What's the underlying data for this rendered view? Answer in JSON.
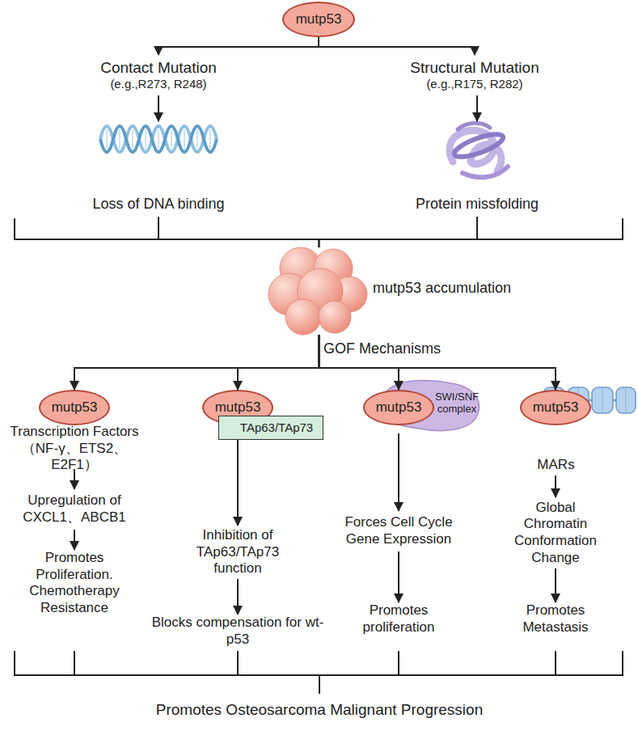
{
  "diagram": {
    "nodes": [
      {
        "text": [
          "mutp53"
        ]
      },
      {
        "text": [
          "Contact Mutation",
          "(e.g.,R273, R248)"
        ]
      },
      {
        "text": [
          "Structural Mutation",
          "(e.g.,R175, R282)"
        ]
      },
      {
        "text": [
          "Loss of DNA binding"
        ]
      },
      {
        "text": [
          "Protein missfolding"
        ]
      },
      {
        "text": [
          "mutp53 accumulation"
        ]
      },
      {
        "text": [
          "mutp53"
        ]
      },
      {
        "text": [
          "Transcription Factors （NF-γ、ETS2、E2F1）"
        ]
      },
      {
        "text": [
          "Upregulation of CXCL1、ABCB1"
        ]
      },
      {
        "text": [
          "Promotes Proliferation. Chemotherapy Resistance"
        ]
      },
      {
        "text": [
          "mutp53"
        ]
      },
      {
        "text": [
          "TAp63/TAp73"
        ]
      },
      {
        "text": [
          "Inhibition of TAp63/TAp73 function"
        ]
      },
      {
        "text": [
          "Blocks compensation for wt-p53"
        ]
      },
      {
        "text": [
          "mutp53"
        ]
      },
      {
        "text": [
          "SWI/SNF complex"
        ]
      },
      {
        "text": [
          "Forces Cell Cycle Gene Expression"
        ]
      },
      {
        "text": [
          "Promotes proliferation"
        ]
      },
      {
        "text": [
          "mutp53"
        ]
      },
      {
        "text": [
          "MARs"
        ]
      },
      {
        "text": [
          "Global Chromatin Conformation Change"
        ]
      },
      {
        "text": [
          "Promotes Metastasis"
        ]
      },
      {
        "text": [
          "Promotes Osteosarcoma Malignant Progression"
        ]
      }
    ],
    "edges": [
      {
        "from": 0,
        "to": 1,
        "arrow": "to"
      },
      {
        "from": 0,
        "to": 2,
        "arrow": "to"
      },
      {
        "from": 1,
        "to": 3,
        "arrow": "to"
      },
      {
        "from": 2,
        "to": 4,
        "arrow": "to"
      },
      {
        "from": 3,
        "to": 5,
        "arrow": "none"
      },
      {
        "from": 4,
        "to": 5,
        "arrow": "none"
      },
      {
        "from": 5,
        "to": 6,
        "arrow": "to"
      },
      {
        "from": 5,
        "to": 10,
        "arrow": "to"
      },
      {
        "from": 5,
        "to": 14,
        "arrow": "to"
      },
      {
        "from": 5,
        "to": 18,
        "arrow": "to"
      },
      {
        "from": 7,
        "to": 8,
        "arrow": "to"
      },
      {
        "from": 8,
        "to": 9,
        "arrow": "to"
      },
      {
        "from": 11,
        "to": 12,
        "arrow": "to"
      },
      {
        "from": 12,
        "to": 13,
        "arrow": "to"
      },
      {
        "from": 15,
        "to": 16,
        "arrow": "to"
      },
      {
        "from": 16,
        "to": 17,
        "arrow": "to"
      },
      {
        "from": 19,
        "to": 20,
        "arrow": "to"
      },
      {
        "from": 20,
        "to": 21,
        "arrow": "to"
      },
      {
        "from": 9,
        "to": 22,
        "arrow": "none"
      },
      {
        "from": 13,
        "to": 22,
        "arrow": "none"
      },
      {
        "from": 17,
        "to": 22,
        "arrow": "none"
      },
      {
        "from": 21,
        "to": 22,
        "arrow": "none"
      }
    ],
    "labels": [
      "GOF Mechanisms"
    ]
  }
}
